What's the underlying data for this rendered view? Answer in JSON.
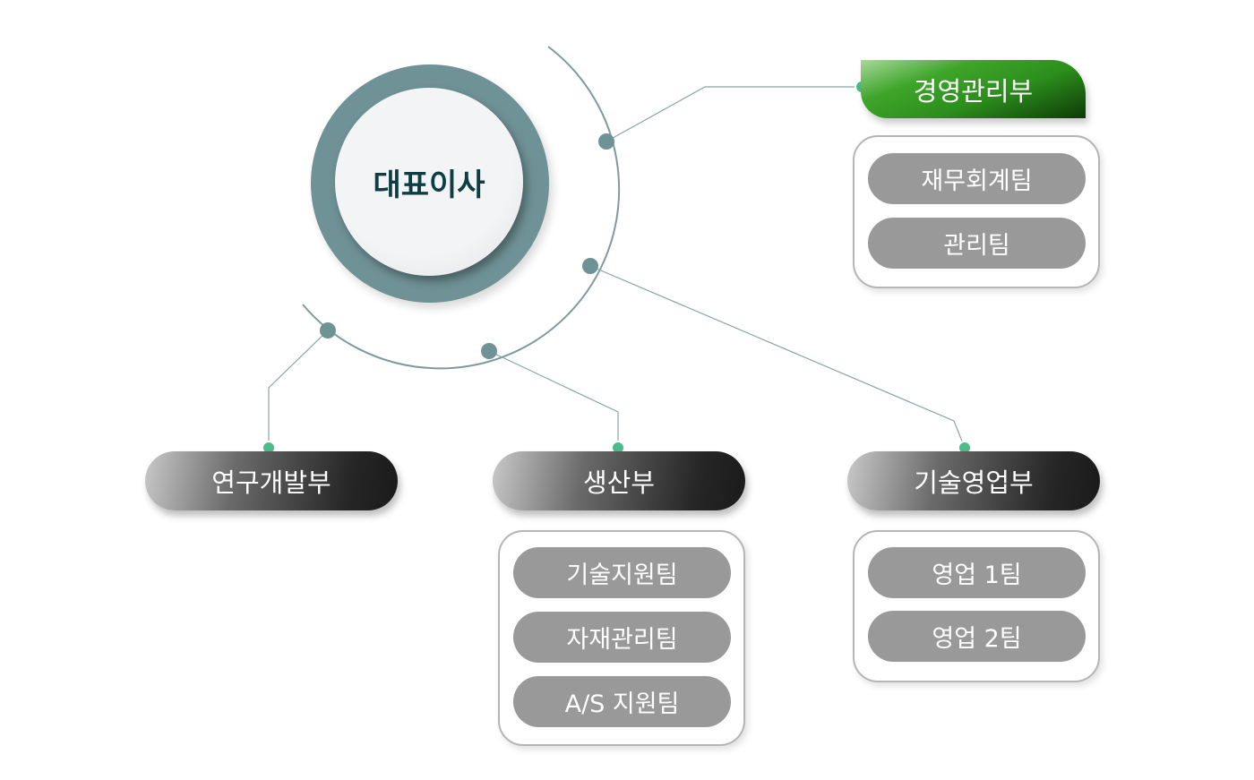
{
  "ceo": {
    "label": "대표이사"
  },
  "departments": [
    {
      "label": "경영관리부",
      "teams": [
        "재무회계팀",
        "관리팀"
      ]
    },
    {
      "label": "연구개발부",
      "teams": []
    },
    {
      "label": "생산부",
      "teams": [
        "기술지원팀",
        "자재관리팀",
        "A/S 지원팀"
      ]
    },
    {
      "label": "기술영업부",
      "teams": [
        "영업 1팀",
        "영업 2팀"
      ]
    }
  ],
  "colors": {
    "ring": "#6f9296",
    "accent_green": "#2c8e1c",
    "dot_green": "#4dbb8a",
    "team_gray": "#999999"
  }
}
